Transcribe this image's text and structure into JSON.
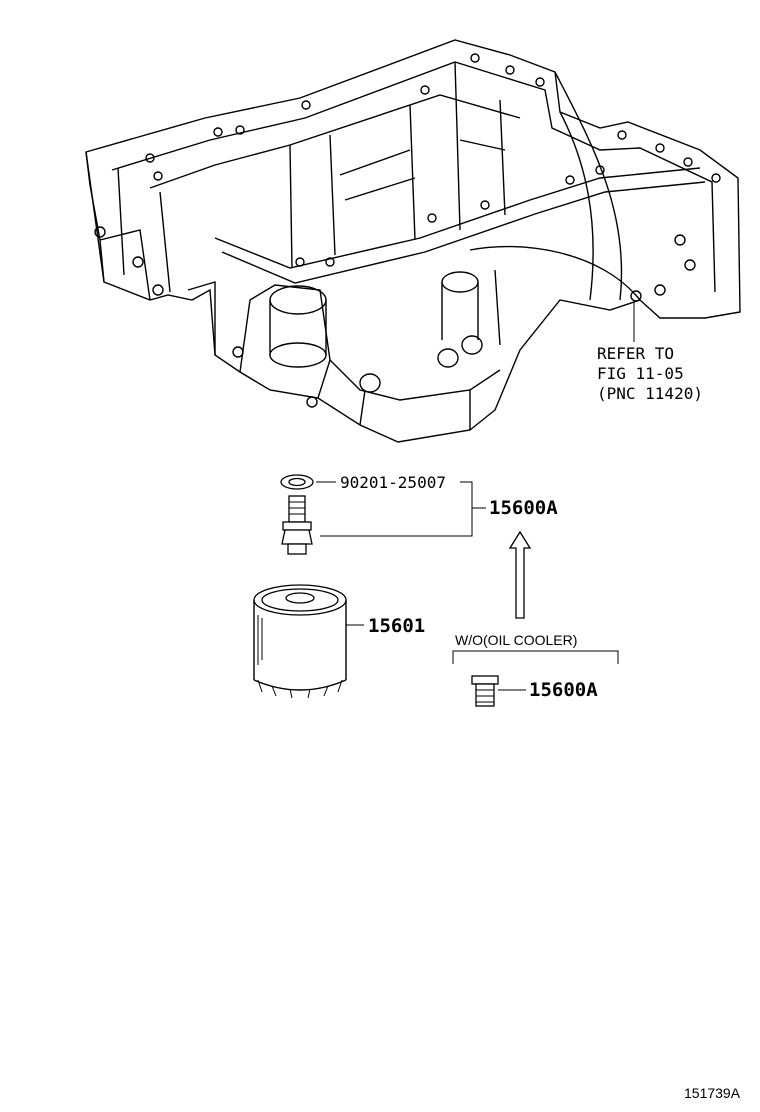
{
  "labels": {
    "gasket_part": "90201-25007",
    "union_assembly_part": "15600A",
    "filter_part": "15601",
    "plug_part": "15600A",
    "condition_note": "W/O(OIL COOLER)",
    "refer_line1": "REFER TO",
    "refer_line2": "FIG 11-05",
    "refer_line3": "(PNC 11420)",
    "illustration_id": "151739A"
  }
}
